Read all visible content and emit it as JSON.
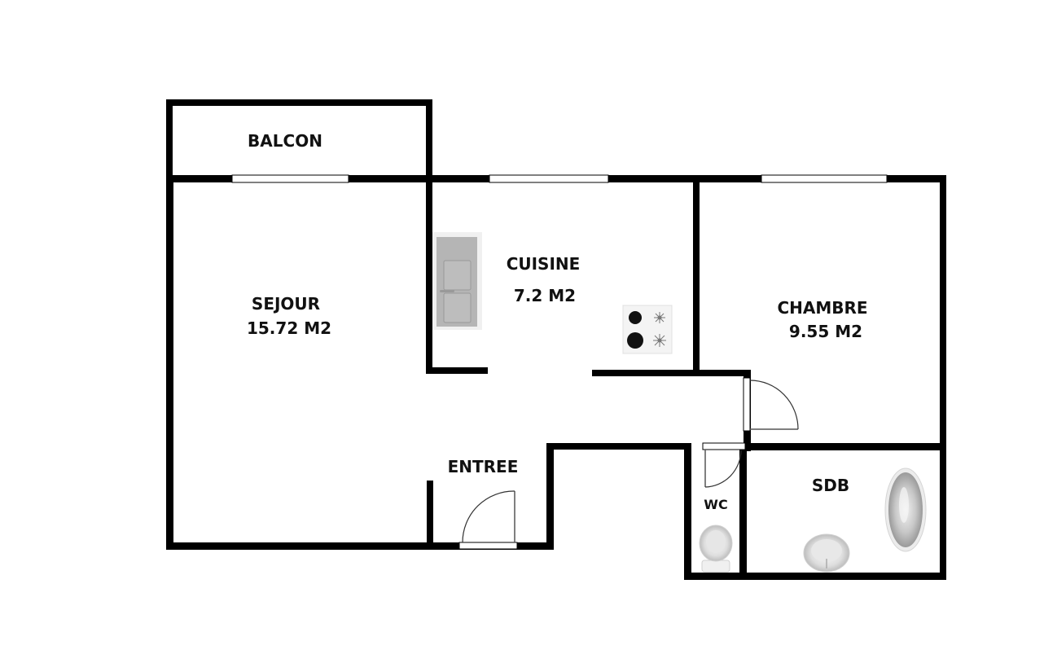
{
  "plan": {
    "wall_color": "#000000",
    "background": "#ffffff",
    "rooms": [
      {
        "id": "balcon",
        "name": "BALCON",
        "area": ""
      },
      {
        "id": "sejour",
        "name": "SEJOUR",
        "area": "15.72 M2"
      },
      {
        "id": "cuisine",
        "name": "CUISINE",
        "area": "7.2 M2"
      },
      {
        "id": "chambre",
        "name": "CHAMBRE",
        "area": "9.55 M2"
      },
      {
        "id": "entree",
        "name": "ENTREE",
        "area": ""
      },
      {
        "id": "wc",
        "name": "WC",
        "area": ""
      },
      {
        "id": "sdb",
        "name": "SDB",
        "area": ""
      }
    ],
    "fixtures": [
      "fridge-icon",
      "cooktop-icon",
      "toilet-icon",
      "sink-icon",
      "bathtub-icon"
    ],
    "doors": [
      "entrance-door",
      "chambre-door",
      "wc-door"
    ],
    "windows": [
      "sejour-window",
      "cuisine-window",
      "chambre-window"
    ]
  }
}
